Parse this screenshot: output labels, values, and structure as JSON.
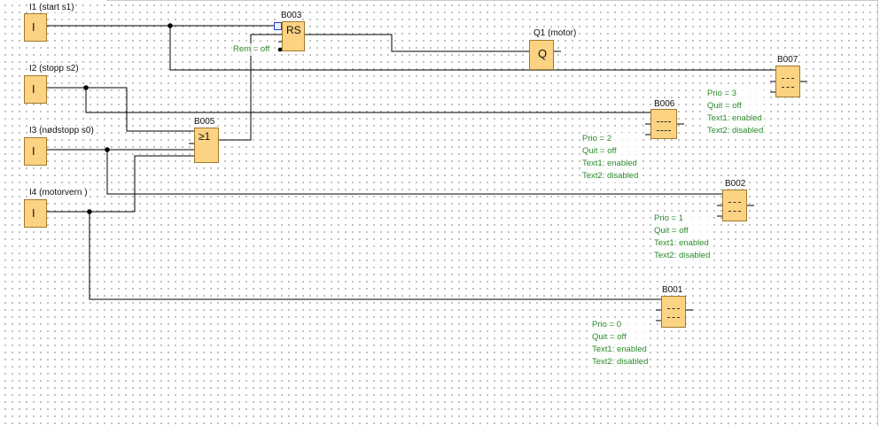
{
  "inputs": [
    {
      "id": "I1",
      "label": "I1 (start s1)",
      "symbol": "I"
    },
    {
      "id": "I2",
      "label": "I2 (stopp s2)",
      "symbol": "I"
    },
    {
      "id": "I3",
      "label": "I3 (nødstopp s0)",
      "symbol": "I"
    },
    {
      "id": "I4",
      "label": "I4 (motorvern )",
      "symbol": "I"
    }
  ],
  "rs_block": {
    "name": "B003",
    "symbol": "RS",
    "param": "Rem = off"
  },
  "or_block": {
    "name": "B005",
    "symbol": "≥1"
  },
  "output": {
    "label": "Q1 (motor)",
    "symbol": "Q"
  },
  "messages": [
    {
      "name": "B007",
      "params": [
        "Prio = 3",
        "Quit = off",
        "Text1: enabled",
        "Text2: disabled"
      ]
    },
    {
      "name": "B006",
      "params": [
        "Prio = 2",
        "Quit = off",
        "Text1: enabled",
        "Text2: disabled"
      ]
    },
    {
      "name": "B002",
      "params": [
        "Prio = 1",
        "Quit = off",
        "Text1: enabled",
        "Text2: disabled"
      ]
    },
    {
      "name": "B001",
      "params": [
        "Prio = 0",
        "Quit = off",
        "Text1: enabled",
        "Text2: disabled"
      ]
    }
  ],
  "colors": {
    "block_fill": "#fcd382",
    "param_text": "#2c8a2c",
    "wire": "#000000"
  }
}
